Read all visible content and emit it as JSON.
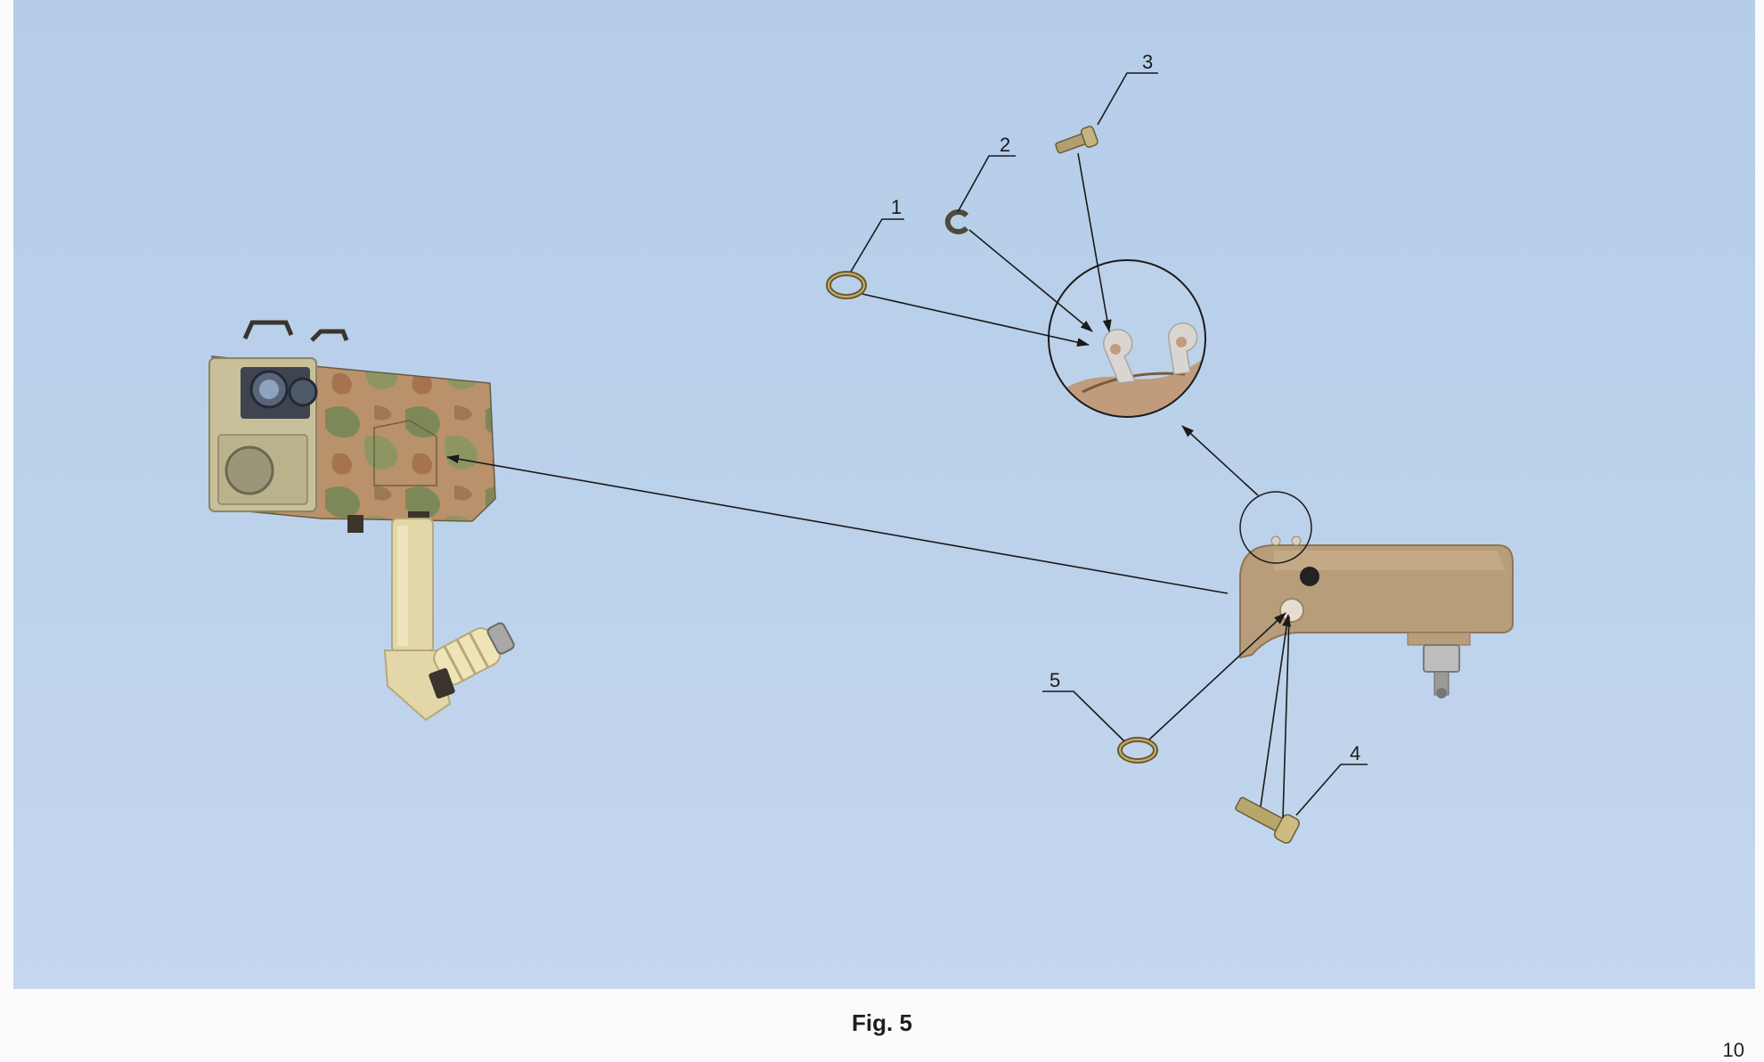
{
  "figure": {
    "caption": "Fig. 5",
    "page_number": "10",
    "callouts": [
      "1",
      "2",
      "3",
      "4",
      "5"
    ]
  },
  "colors": {
    "background": "#b9d0ea",
    "camouflage_base": "#b9916a",
    "camouflage_green": "#7d8858",
    "housing_tan": "#b89d7a",
    "leader_line": "#1a1a1a"
  }
}
